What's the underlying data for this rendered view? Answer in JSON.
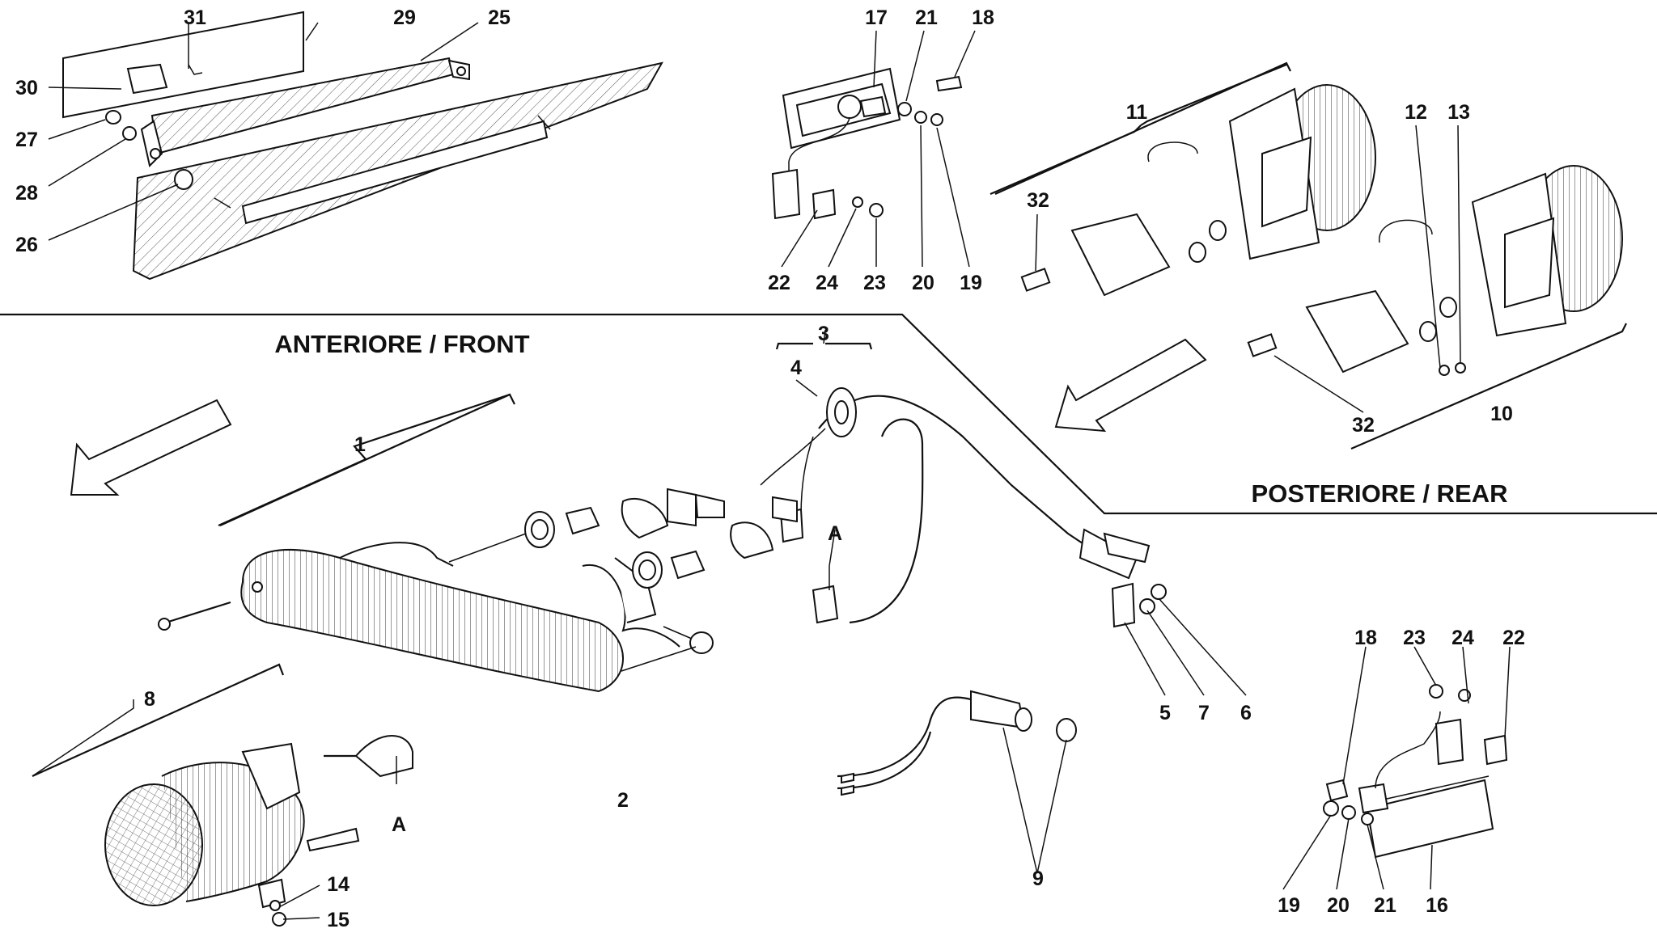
{
  "sections": {
    "front_title": "ANTERIORE / FRONT",
    "rear_title": "POSTERIORE / REAR"
  },
  "callouts": {
    "c1": "1",
    "c2": "2",
    "c3": "3",
    "c4": "4",
    "c5": "5",
    "c6": "6",
    "c7": "7",
    "c8": "8",
    "c9": "9",
    "c10": "10",
    "c11": "11",
    "c12": "12",
    "c13": "13",
    "c14": "14",
    "c15": "15",
    "c16": "16",
    "c17": "17",
    "c18a": "18",
    "c18b": "18",
    "c19a": "19",
    "c19b": "19",
    "c20a": "20",
    "c20b": "20",
    "c21a": "21",
    "c21b": "21",
    "c22a": "22",
    "c22b": "22",
    "c23a": "23",
    "c23b": "23",
    "c24a": "24",
    "c24b": "24",
    "c25": "25",
    "c26": "26",
    "c27": "27",
    "c28": "28",
    "c29": "29",
    "c30": "30",
    "c31": "31",
    "c32a": "32",
    "c32b": "32",
    "refA1": "A",
    "refA2": "A"
  },
  "icons": {
    "front_arrow": "direction-arrow-icon",
    "rear_arrow": "direction-arrow-icon"
  }
}
